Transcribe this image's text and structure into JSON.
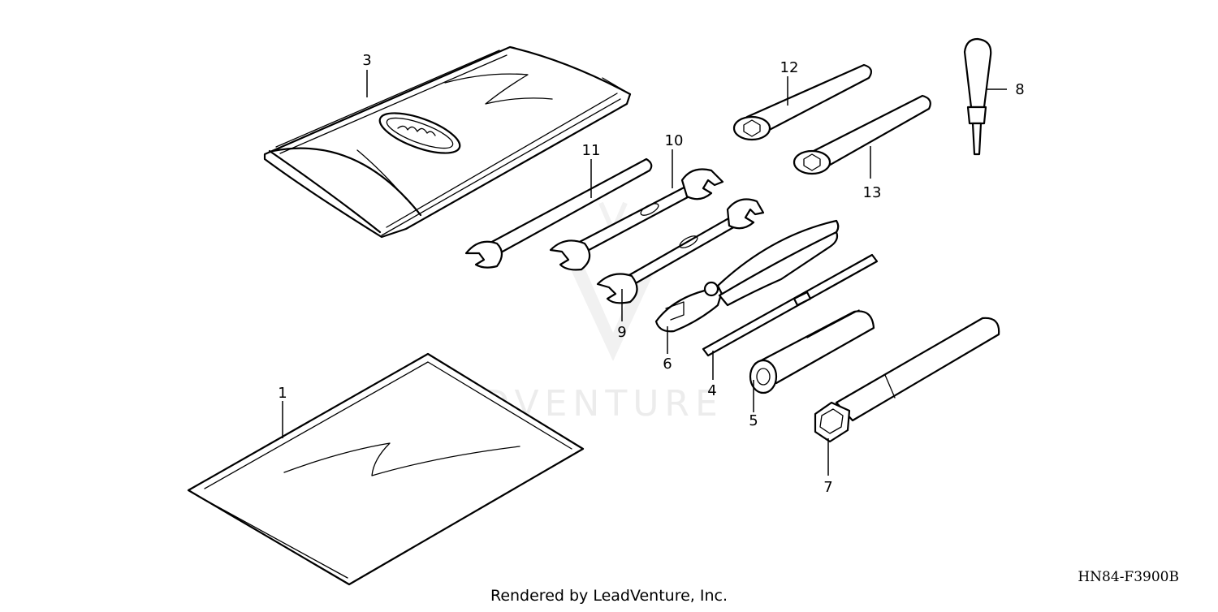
{
  "diagram": {
    "parts": [
      {
        "ref": "1"
      },
      {
        "ref": "3"
      },
      {
        "ref": "4"
      },
      {
        "ref": "5"
      },
      {
        "ref": "6"
      },
      {
        "ref": "7"
      },
      {
        "ref": "8"
      },
      {
        "ref": "9"
      },
      {
        "ref": "10"
      },
      {
        "ref": "11"
      },
      {
        "ref": "12"
      },
      {
        "ref": "13"
      }
    ],
    "watermark_text": "LEADVENTURE",
    "diagram_code": "HN84-F3900B",
    "rendered_by": "Rendered by LeadVenture, Inc."
  }
}
